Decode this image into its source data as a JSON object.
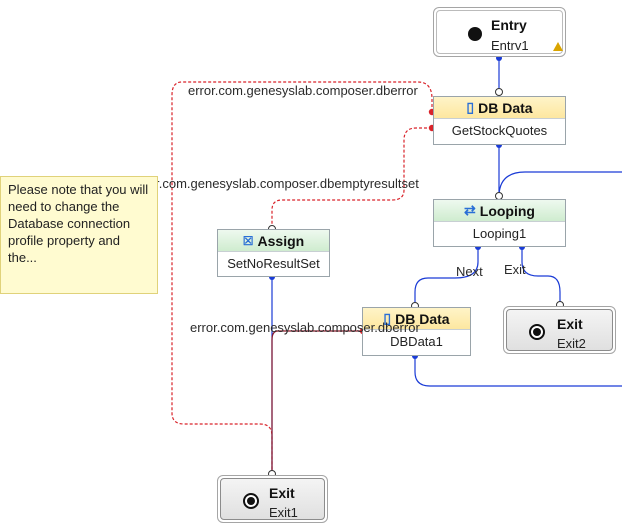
{
  "nodes": {
    "entry": {
      "title": "Entry",
      "name": "Entrv1"
    },
    "db_data_main": {
      "title": "DB Data",
      "name": "GetStockQuotes"
    },
    "looping": {
      "title": "Looping",
      "name": "Looping1"
    },
    "assign": {
      "title": "Assign",
      "name": "SetNoResultSet"
    },
    "db_data_loop": {
      "title": "DB Data",
      "name": "DBData1"
    },
    "exit_loop": {
      "title": "Exit",
      "name": "Exit2"
    },
    "exit_main": {
      "title": "Exit",
      "name": "Exit1"
    }
  },
  "links": {
    "dberror_top": "error.com.genesyslab.composer.dberror",
    "dbemptyresultset": "error.com.genesyslab.composer.dbemptyresultset",
    "dberror_bottom": "error.com.genesyslab.composer.dberror",
    "next": "Next",
    "exit": "Exit"
  },
  "note": {
    "text": "Please note that you will need to change the Database connection profile property and the..."
  },
  "colors": {
    "flow_blue": "#1a3bd6",
    "error_red": "#d9232a",
    "exit_dark_red": "#8b1a2b"
  },
  "icons": {
    "entry": "filled-circle-icon",
    "db_data": "database-icon",
    "looping": "loop-arrows-icon",
    "assign": "assign-icon",
    "exit": "stop-circle-icon",
    "warning": "warning-icon"
  }
}
